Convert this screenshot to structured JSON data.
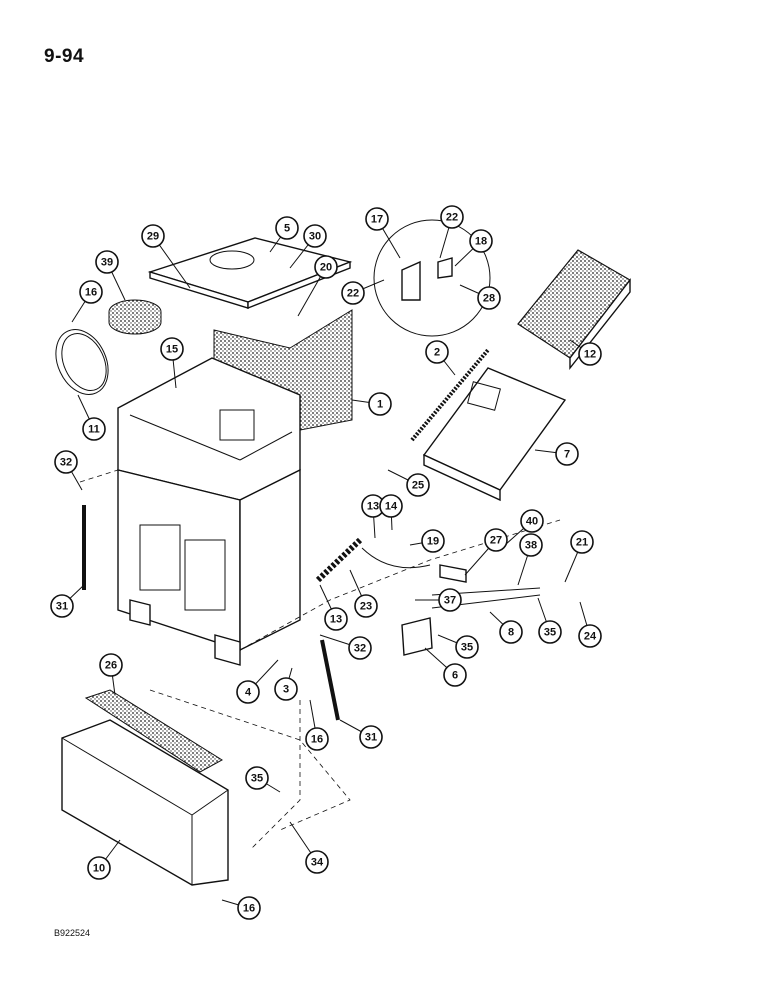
{
  "page_number": "9-94",
  "figure_code": "B922524",
  "callouts": [
    {
      "id": "c29",
      "label": "29"
    },
    {
      "id": "c5",
      "label": "5"
    },
    {
      "id": "c30",
      "label": "30"
    },
    {
      "id": "c17",
      "label": "17"
    },
    {
      "id": "c22a",
      "label": "22"
    },
    {
      "id": "c18",
      "label": "18"
    },
    {
      "id": "c39",
      "label": "39"
    },
    {
      "id": "c20",
      "label": "20"
    },
    {
      "id": "c22b",
      "label": "22"
    },
    {
      "id": "c28",
      "label": "28"
    },
    {
      "id": "c16a",
      "label": "16"
    },
    {
      "id": "c15",
      "label": "15"
    },
    {
      "id": "c2",
      "label": "2"
    },
    {
      "id": "c12",
      "label": "12"
    },
    {
      "id": "c1",
      "label": "1"
    },
    {
      "id": "c11",
      "label": "11"
    },
    {
      "id": "c7",
      "label": "7"
    },
    {
      "id": "c32a",
      "label": "32"
    },
    {
      "id": "c25",
      "label": "25"
    },
    {
      "id": "c13a",
      "label": "13"
    },
    {
      "id": "c14",
      "label": "14"
    },
    {
      "id": "c40",
      "label": "40"
    },
    {
      "id": "c19",
      "label": "19"
    },
    {
      "id": "c27",
      "label": "27"
    },
    {
      "id": "c38",
      "label": "38"
    },
    {
      "id": "c21",
      "label": "21"
    },
    {
      "id": "c37",
      "label": "37"
    },
    {
      "id": "c31a",
      "label": "31"
    },
    {
      "id": "c13b",
      "label": "13"
    },
    {
      "id": "c23",
      "label": "23"
    },
    {
      "id": "c8",
      "label": "8"
    },
    {
      "id": "c35a",
      "label": "35"
    },
    {
      "id": "c24",
      "label": "24"
    },
    {
      "id": "c35b",
      "label": "35"
    },
    {
      "id": "c32b",
      "label": "32"
    },
    {
      "id": "c26",
      "label": "26"
    },
    {
      "id": "c6",
      "label": "6"
    },
    {
      "id": "c4",
      "label": "4"
    },
    {
      "id": "c3",
      "label": "3"
    },
    {
      "id": "c16b",
      "label": "16"
    },
    {
      "id": "c31b",
      "label": "31"
    },
    {
      "id": "c35c",
      "label": "35"
    },
    {
      "id": "c10",
      "label": "10"
    },
    {
      "id": "c34",
      "label": "34"
    },
    {
      "id": "c16c",
      "label": "16"
    }
  ]
}
